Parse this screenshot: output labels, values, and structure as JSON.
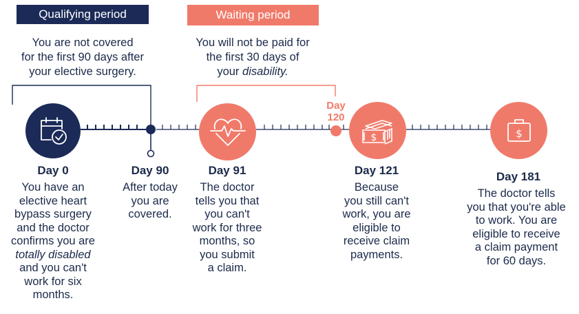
{
  "colors": {
    "navy": "#1b2a57",
    "coral": "#f07a6a",
    "text": "#1b2a4a"
  },
  "qualifying": {
    "label": "Qualifying period",
    "lines": [
      "You are not covered",
      "for the first 90 days after",
      "your elective surgery."
    ]
  },
  "waiting": {
    "label": "Waiting period",
    "lines": [
      "You will not be paid for",
      "the first 30 days of",
      "your ",
      "disability."
    ]
  },
  "day120": {
    "line1": "Day",
    "line2": "120"
  },
  "milestones": [
    {
      "day": "Day 0",
      "icon": "calendar-check-icon",
      "lines": [
        "You have an",
        "elective heart",
        "bypass surgery",
        "and the doctor",
        "confirms you are",
        "totally disabled",
        "and you can't",
        "work for six",
        "months."
      ]
    },
    {
      "day": "Day 90",
      "icon": "timeline-pin",
      "lines": [
        "After today",
        "you are",
        "covered."
      ]
    },
    {
      "day": "Day 91",
      "icon": "heart-pulse-icon",
      "lines": [
        "The doctor",
        "tells you that",
        "you can't",
        "work for three",
        "months, so",
        "you submit",
        "a claim."
      ]
    },
    {
      "day": "Day 121",
      "icon": "money-stack-icon",
      "lines": [
        "Because",
        "you still can't",
        "work, you are",
        "eligible to",
        "receive claim",
        "payments."
      ]
    },
    {
      "day": "Day 181",
      "icon": "briefcase-dollar-icon",
      "lines": [
        "The doctor tells",
        "you that you're able",
        "to work. You are",
        "eligible to receive",
        "a claim payment",
        "for 60 days."
      ]
    }
  ]
}
